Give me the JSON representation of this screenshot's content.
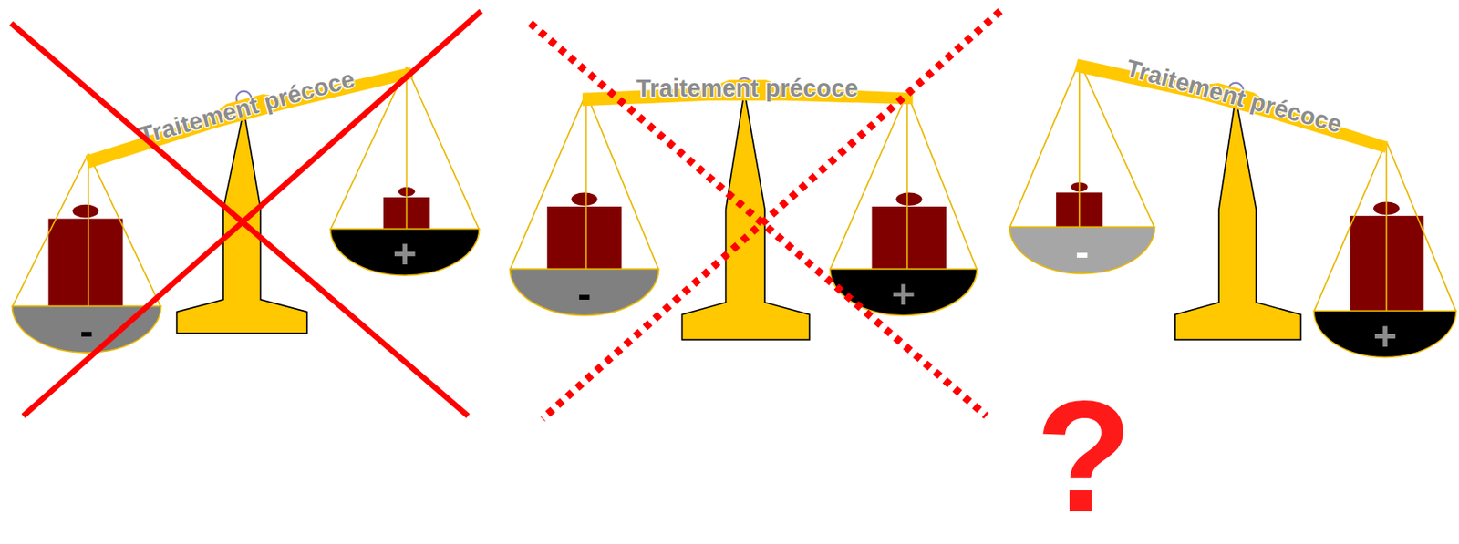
{
  "diagram": {
    "nodes": [
      {
        "text": [
          "Traitement précoce"
        ]
      },
      {
        "text": [
          "-"
        ]
      },
      {
        "text": [
          "+"
        ]
      },
      {
        "text": [
          "Traitement précoce"
        ]
      },
      {
        "text": [
          "-"
        ]
      },
      {
        "text": [
          "+"
        ]
      },
      {
        "text": [
          "Traitement précoce"
        ]
      },
      {
        "text": [
          "-"
        ]
      },
      {
        "text": [
          "+"
        ]
      }
    ],
    "labels": [
      "?"
    ]
  }
}
